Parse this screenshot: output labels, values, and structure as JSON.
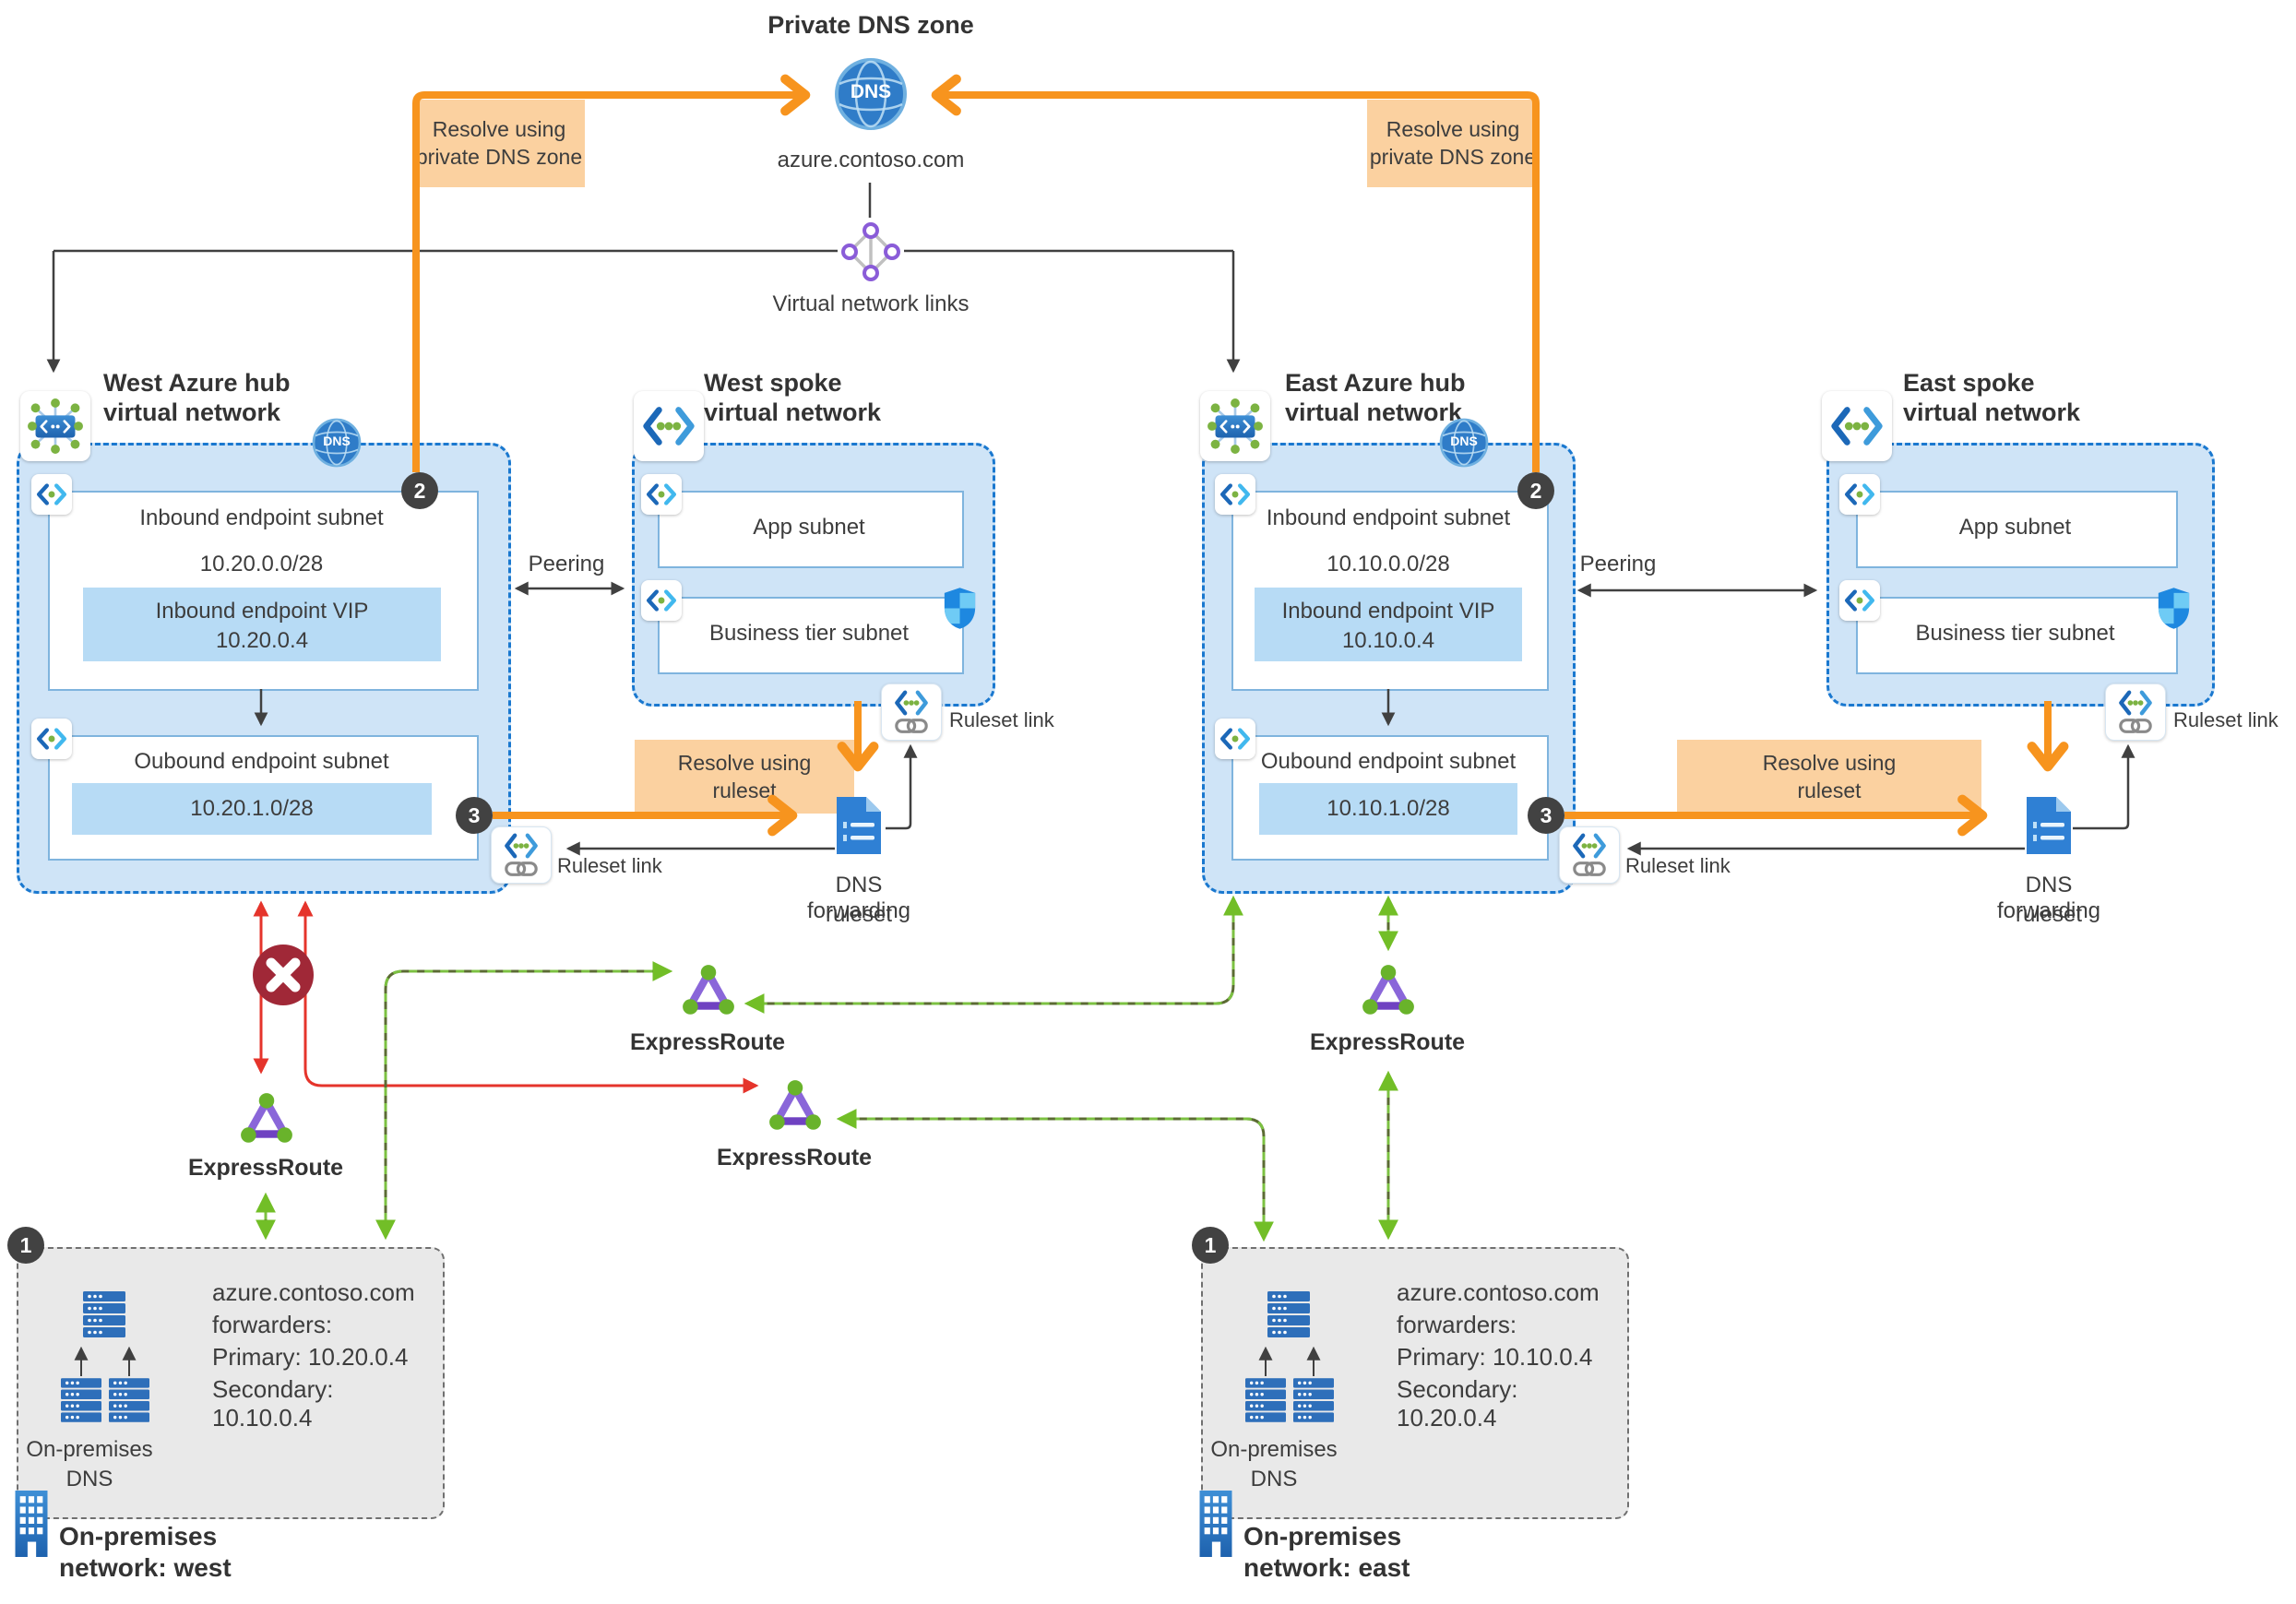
{
  "top": {
    "title": "Private DNS zone",
    "dns_icon_label": "DNS",
    "zone_name": "azure.contoso.com",
    "vnet_links_label": "Virtual network links"
  },
  "badges": {
    "step1": "1",
    "step2": "2",
    "step3": "3"
  },
  "callouts": {
    "west_private": {
      "line1": "Resolve using",
      "line2": "private DNS zone"
    },
    "east_private": {
      "line1": "Resolve using",
      "line2": "private DNS zone"
    },
    "west_ruleset": {
      "line1": "Resolve using",
      "line2": "ruleset"
    },
    "east_ruleset": {
      "line1": "Resolve using",
      "line2": "ruleset"
    }
  },
  "west_hub": {
    "title_line1": "West Azure hub",
    "title_line2": "virtual network",
    "dns_badge": "DNS",
    "inbound_title": "Inbound endpoint subnet",
    "inbound_cidr": "10.20.0.0/28",
    "vip_line1": "Inbound endpoint VIP",
    "vip_line2": "10.20.0.4",
    "outbound_title": "Oubound endpoint subnet",
    "outbound_cidr": "10.20.1.0/28",
    "ruleset_link": "Ruleset link"
  },
  "east_hub": {
    "title_line1": "East Azure hub",
    "title_line2": "virtual network",
    "dns_badge": "DNS",
    "inbound_title": "Inbound endpoint subnet",
    "inbound_cidr": "10.10.0.0/28",
    "vip_line1": "Inbound endpoint VIP",
    "vip_line2": "10.10.0.4",
    "outbound_title": "Oubound endpoint subnet",
    "outbound_cidr": "10.10.1.0/28",
    "ruleset_link": "Ruleset link"
  },
  "west_spoke": {
    "title_line1": "West spoke",
    "title_line2": "virtual network",
    "app_subnet": "App subnet",
    "business_subnet": "Business tier subnet",
    "ruleset_link": "Ruleset link",
    "peering": "Peering"
  },
  "east_spoke": {
    "title_line1": "East spoke",
    "title_line2": "virtual network",
    "app_subnet": "App subnet",
    "business_subnet": "Business tier subnet",
    "ruleset_link": "Ruleset link",
    "peering": "Peering"
  },
  "forwarding_ruleset": {
    "west_line1": "DNS forwarding",
    "west_line2": "ruleset",
    "east_line1": "DNS forwarding",
    "east_line2": "ruleset"
  },
  "expressroute_labels": {
    "west": "ExpressRoute",
    "middle_upper": "ExpressRoute",
    "middle_lower": "ExpressRoute",
    "east": "ExpressRoute"
  },
  "onprem_west": {
    "dns_line1": "On-premises",
    "dns_line2": "DNS",
    "config_line1": "azure.contoso.com",
    "config_line2": "forwarders:",
    "config_line3": "Primary: 10.20.0.4",
    "config_line4": "Secondary: 10.10.0.4",
    "name_line1": "On-premises",
    "name_line2": "network: west"
  },
  "onprem_east": {
    "dns_line1": "On-premises",
    "dns_line2": "DNS",
    "config_line1": "azure.contoso.com",
    "config_line2": "forwarders:",
    "config_line3": "Primary: 10.10.0.4",
    "config_line4": "Secondary: 10.20.0.4",
    "name_line1": "On-premises",
    "name_line2": "network: east"
  },
  "colors": {
    "orange": "#F7941E",
    "callout_fill": "#FBD1A0",
    "hub_fill": "#CFE4F7",
    "hub_border": "#1A78CF",
    "green": "#7CC142",
    "red": "#E5342B",
    "badge_dark": "#424242",
    "onprem_fill": "#E9E9E9"
  }
}
